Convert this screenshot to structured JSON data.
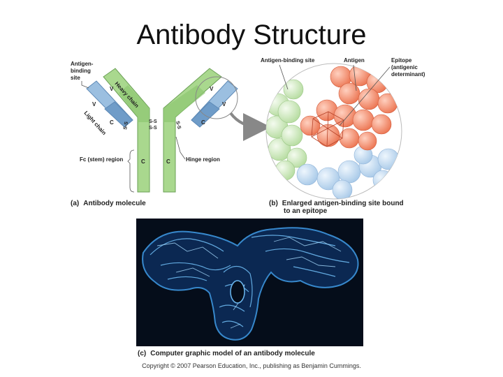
{
  "title": "Antibody Structure",
  "panel_a": {
    "labels": {
      "antigen_binding_site": [
        "Antigen-",
        "binding",
        "site"
      ],
      "heavy_chain": "Heavy chain",
      "light_chain": "Light chain",
      "v": "V",
      "c": "C",
      "ss": "S-S",
      "fc_region": "Fc (stem) region",
      "hinge_region": "Hinge region"
    },
    "caption_tag": "(a)",
    "caption": "Antibody molecule"
  },
  "panel_b": {
    "labels": {
      "antigen_binding_site": "Antigen-binding site",
      "antigen": "Antigen",
      "epitope": [
        "Epitope",
        "(antigenic",
        "determinant)"
      ]
    },
    "caption_tag": "(b)",
    "caption_lines": [
      "Enlarged antigen-binding site bound",
      "to an epitope"
    ]
  },
  "panel_c": {
    "caption_tag": "(c)",
    "caption": "Computer graphic model of an antibody molecule"
  },
  "copyright": "Copyright © 2007 Pearson Education, Inc., publishing as Benjamin Cummings.",
  "colors": {
    "heavy_chain": "#a9d88e",
    "light_chain": "#9bbfe0",
    "light_chain_dark": "#6f9cc8",
    "antigen": "#f08a6a",
    "green_spheres": "#cfe9bf",
    "blue_spheres": "#bcd6ee",
    "model_bg": "#050d1a",
    "model_mesh": "#3a8fd6"
  }
}
